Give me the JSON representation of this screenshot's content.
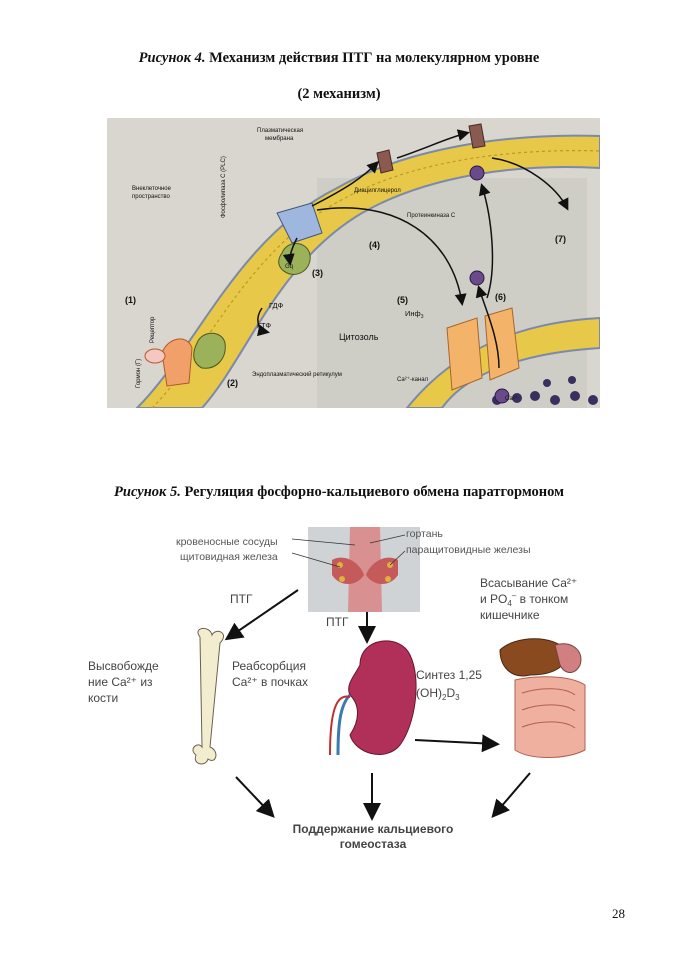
{
  "figure4": {
    "caption_prefix": "Рисунок 4.",
    "caption_text": "Механизм действия ПТГ на молекулярном уровне",
    "caption_sub": "(2 механизм)",
    "labels": {
      "membrane": "Плазматическая мембрана",
      "membrane_l1": "Плазматическая",
      "membrane_l2": "мембрана",
      "extracellular_l1": "Внеклеточное",
      "extracellular_l2": "пространство",
      "plc": "Фосфолипаза С (PLC)",
      "diacylglycerol": "Диацилглицерол",
      "pkc": "Протеинкиназа С",
      "step1": "(1)",
      "step2": "(2)",
      "step3": "(3)",
      "step4": "(4)",
      "step5": "(5)",
      "step6": "(6)",
      "step7": "(7)",
      "receptor": "Рецептор",
      "hormone": "Гормон (Г)",
      "gdp": "ГДФ",
      "gtp": "ГТФ",
      "ip3": "Инф",
      "ip3_sub": "3",
      "cytosol": "Цитозоль",
      "er": "Эндоплазматический ретикулум",
      "channel": "Ca²⁺-канал",
      "ca": "Ca²⁺",
      "gq": "Gq"
    }
  },
  "figure5": {
    "caption_prefix": "Рисунок 5.",
    "caption_text": "Регуляция фосфорно-кальциевого обмена паратгормоном",
    "labels": {
      "vessels": "кровеносные сосуды",
      "thyroid": "щитовидная железа",
      "larynx": "гортань",
      "parathyroid": "паращитовидные железы",
      "pth_left": "ПТГ",
      "pth_center": "ПТГ",
      "absorption_l1": "Всасывание Ca²⁺",
      "absorption_l2a": "и PO",
      "absorption_l2_sub": "4",
      "absorption_l2_sup": "–",
      "absorption_l2b": " в тонком",
      "absorption_l3": "кишечнике",
      "release_l1": "Высвобожде",
      "release_l2": "ние  Ca²⁺ из",
      "release_l3": "кости",
      "reabs_l1": "Реабсорбция",
      "reabs_l2": "Ca²⁺ в почках",
      "synth_l1": "Синтез 1,25",
      "synth_l2a": "(OH)",
      "synth_l2_sub1": "2",
      "synth_l2b": "D",
      "synth_l2_sub2": "3",
      "homeo_l1": "Поддержание кальциевого",
      "homeo_l2": "гомеостаза"
    }
  },
  "page_number": "28"
}
